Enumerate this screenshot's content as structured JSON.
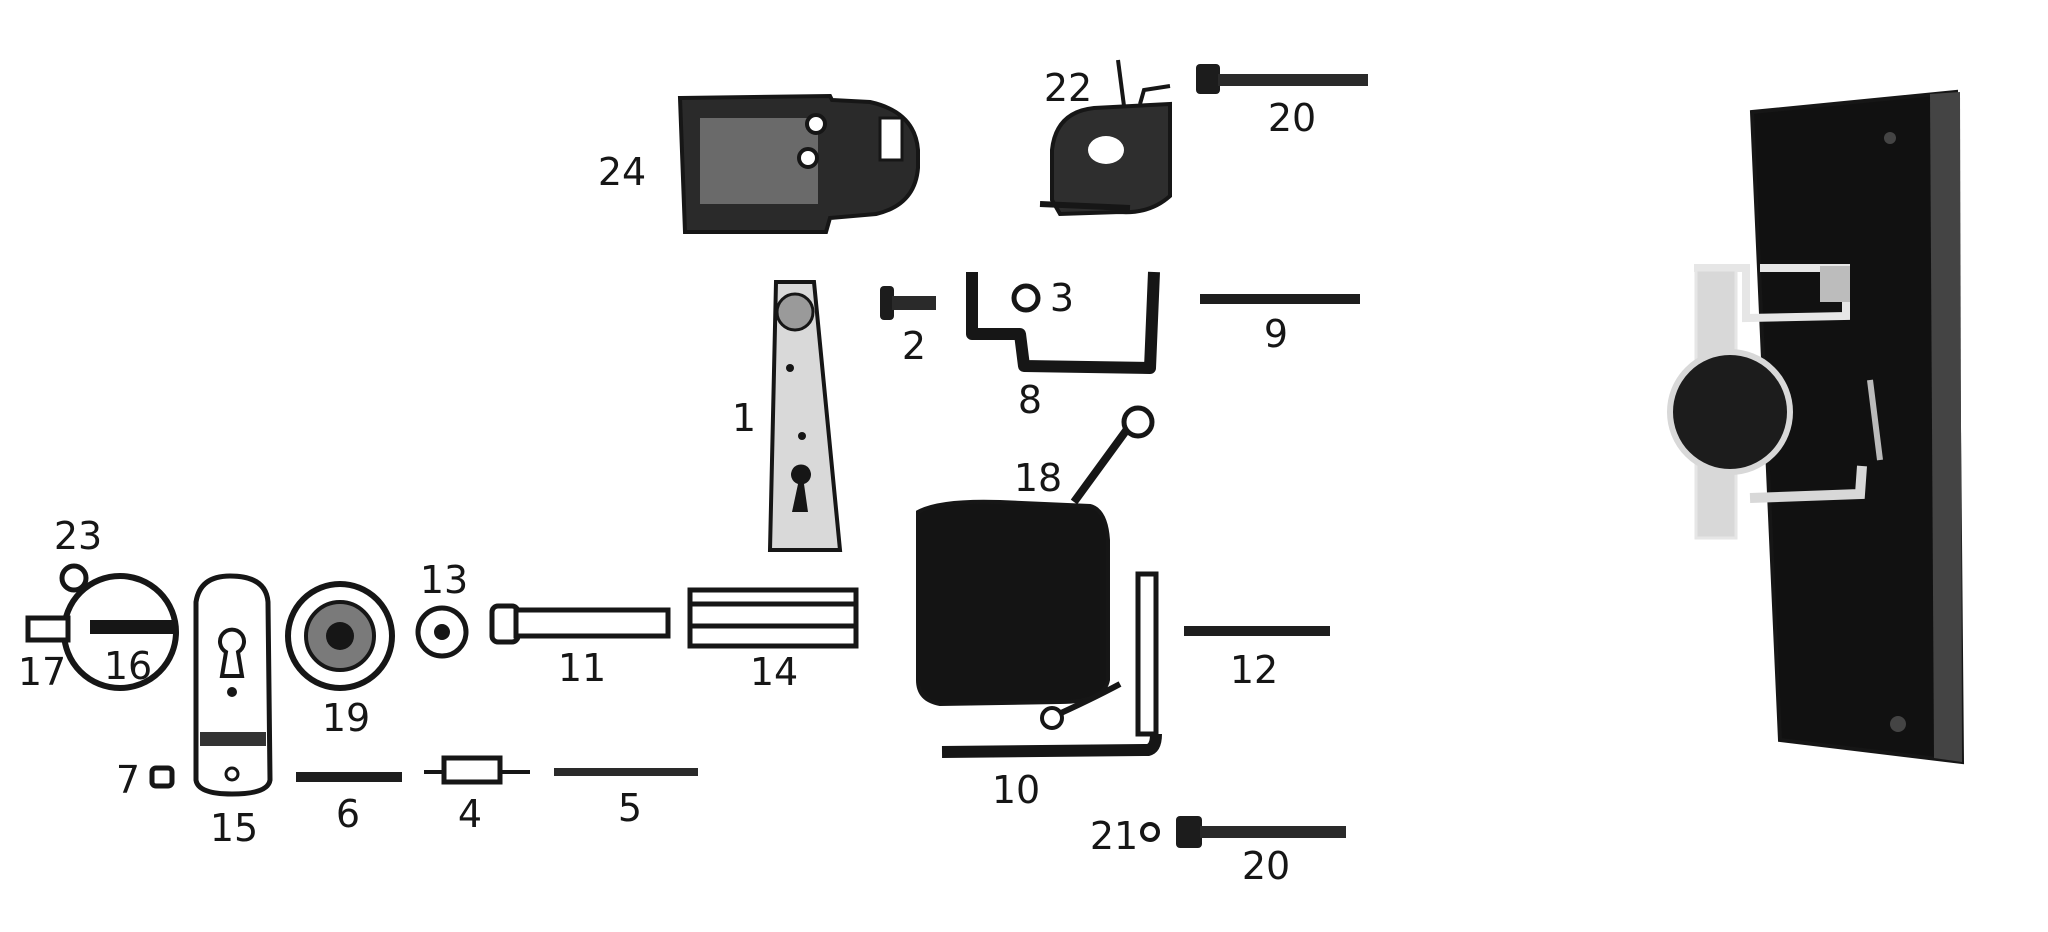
{
  "diagram": {
    "labels": {
      "p1": "1",
      "p2": "2",
      "p3": "3",
      "p4": "4",
      "p5": "5",
      "p6": "6",
      "p7": "7",
      "p8": "8",
      "p9": "9",
      "p10": "10",
      "p11": "11",
      "p12": "12",
      "p13": "13",
      "p14": "14",
      "p15": "15",
      "p16": "16",
      "p17": "17",
      "p18": "18",
      "p19": "19",
      "p20a": "20",
      "p20b": "20",
      "p21": "21",
      "p22": "22",
      "p23": "23",
      "p24": "24"
    },
    "colors": {
      "ink": "#161616",
      "paper": "#ffffff",
      "shade": "#5a5a5a"
    }
  }
}
